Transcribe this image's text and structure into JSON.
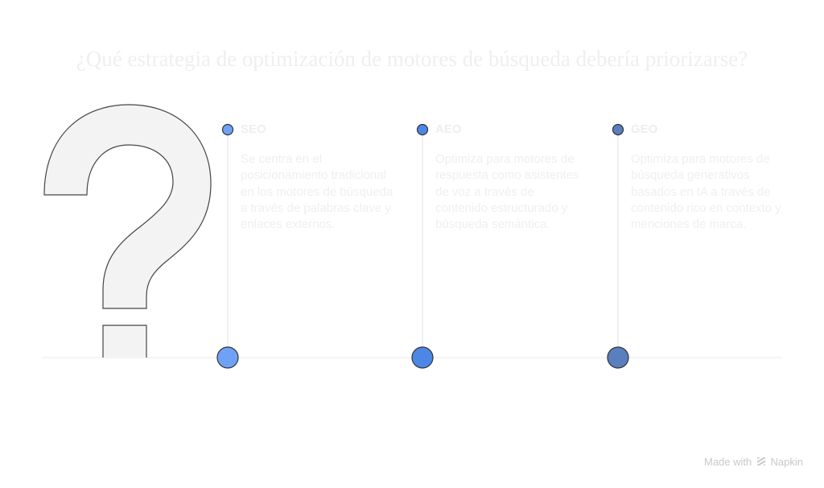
{
  "title": "¿Qué estrategia de optimización de motores de búsqueda debería priorizarse?",
  "items": [
    {
      "label": "SEO",
      "description": "Se centra en el posicionamiento tradicional en los motores de búsqueda a través de palabras clave y enlaces externos.",
      "color": "#6fa2f7"
    },
    {
      "label": "AEO",
      "description": "Optimiza para motores de respuesta como asistentes de voz a través de contenido estructurado y búsqueda semántica.",
      "color": "#4c87e6"
    },
    {
      "label": "GEO",
      "description": "Optimiza para motores de búsqueda generativos basados en IA a través de contenido rico en contexto y menciones de marca.",
      "color": "#5a7fbf"
    }
  ],
  "footer": {
    "made_with": "Made with",
    "brand": "Napkin"
  }
}
